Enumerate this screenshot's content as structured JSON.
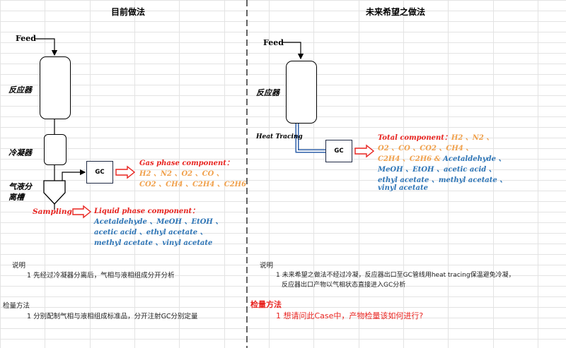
{
  "left": {
    "title": "目前做法",
    "feed": "Feed",
    "reactor_label": "反应器",
    "condenser_label": "冷凝器",
    "separator_label_line1": "气液分",
    "separator_label_line2": "离槽",
    "gc": "GC",
    "sampling": "Sampling",
    "gas_title": "Gas phase component：",
    "gas_line1": "H2 、N2 、O2 、CO 、",
    "gas_line2": "CO2 、CH4 、C2H4 、C2H6",
    "liquid_title": "Liquid phase component：",
    "liquid_line1": "Acetaldehyde 、MeOH 、EtOH 、",
    "liquid_line2": "acetic acid 、ethyl acetate 、",
    "liquid_line3": "methyl acetate 、vinyl acetate",
    "notes_title": "说明",
    "note1": "1 先经过冷凝器分离后，气相与液相组成分开分析",
    "method_title": "检量方法",
    "method1": "1 分别配制气相与液相组成标准品，分开注射GC分别定量"
  },
  "right": {
    "title": "未来希望之做法",
    "feed": "Feed",
    "reactor_label": "反应器",
    "heat_tracing": "Heat Tracing",
    "gc": "GC",
    "total_title": "Total component：",
    "total_orange1": "H2 、N2 、",
    "total_orange2": "O2 、CO 、CO2 、CH4 、",
    "total_orange3": "C2H4 、C2H6 & ",
    "total_blue0": "Acetaldehyde 、",
    "total_blue1": "MeOH 、EtOH 、acetic acid 、",
    "total_blue2": "ethyl acetate 、methyl acetate 、",
    "total_blue3": "vinyl acetate",
    "notes_title": "说明",
    "note1_line1": "1 未来希望之做法不经过冷凝，反应器出口至GC管线用heat tracing保温避免冷凝，",
    "note1_line2": "反应器出口产物以气相状态直接进入GC分析",
    "method_title": "检量方法",
    "method1": "1 想请问此Case中，产物检量该如何进行?"
  },
  "colors": {
    "red": "#e8231f",
    "orange": "#f0a04b",
    "blue": "#2e75b6"
  }
}
